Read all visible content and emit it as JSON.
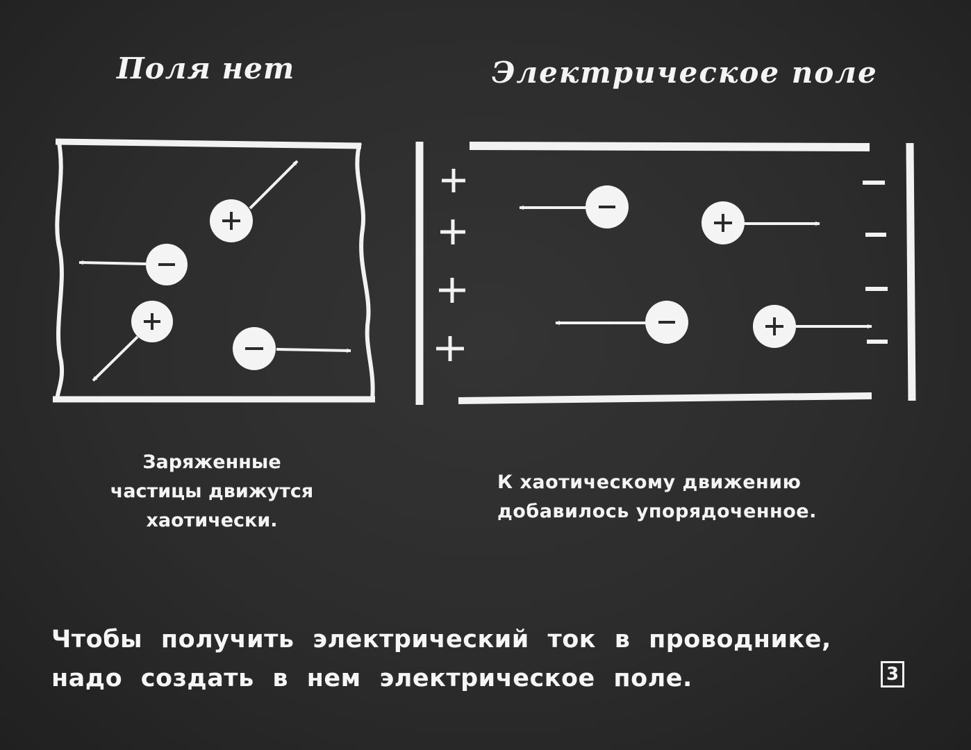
{
  "headings": {
    "no_field": "Поля нет",
    "electric_field": "Электрическое поле"
  },
  "captions": {
    "left": [
      "Заряженные",
      "частицы движутся",
      "хаотически."
    ],
    "right": [
      "К хаотическому движению",
      "добавилось упорядоченное."
    ]
  },
  "conclusion": [
    "Чтобы получить электрический ток в проводнике,",
    "надо создать в нем электрическое поле."
  ],
  "page_number": "3",
  "plate_signs": {
    "positive": [
      "+",
      "+",
      "+",
      "+"
    ],
    "negative": [
      "−",
      "−",
      "−",
      "−"
    ]
  },
  "particles": {
    "no_field": [
      {
        "charge": "+",
        "direction": "up-right"
      },
      {
        "charge": "−",
        "direction": "left"
      },
      {
        "charge": "+",
        "direction": "down-left"
      },
      {
        "charge": "−",
        "direction": "right"
      }
    ],
    "electric_field": [
      {
        "charge": "−",
        "direction": "left"
      },
      {
        "charge": "+",
        "direction": "right"
      },
      {
        "charge": "−",
        "direction": "left"
      },
      {
        "charge": "+",
        "direction": "right"
      }
    ]
  },
  "colors": {
    "background": "#2c2c2c",
    "foreground": "#f2f2f2"
  }
}
